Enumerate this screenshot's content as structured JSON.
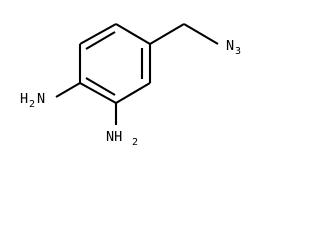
{
  "molecule": {
    "labels": {
      "azide": "N",
      "azide_subscript": "3",
      "amine_left": "H",
      "amine_left_subscript": "2",
      "amine_left_atom": "N",
      "amine_right": "NH",
      "amine_right_subscript": "2"
    }
  }
}
